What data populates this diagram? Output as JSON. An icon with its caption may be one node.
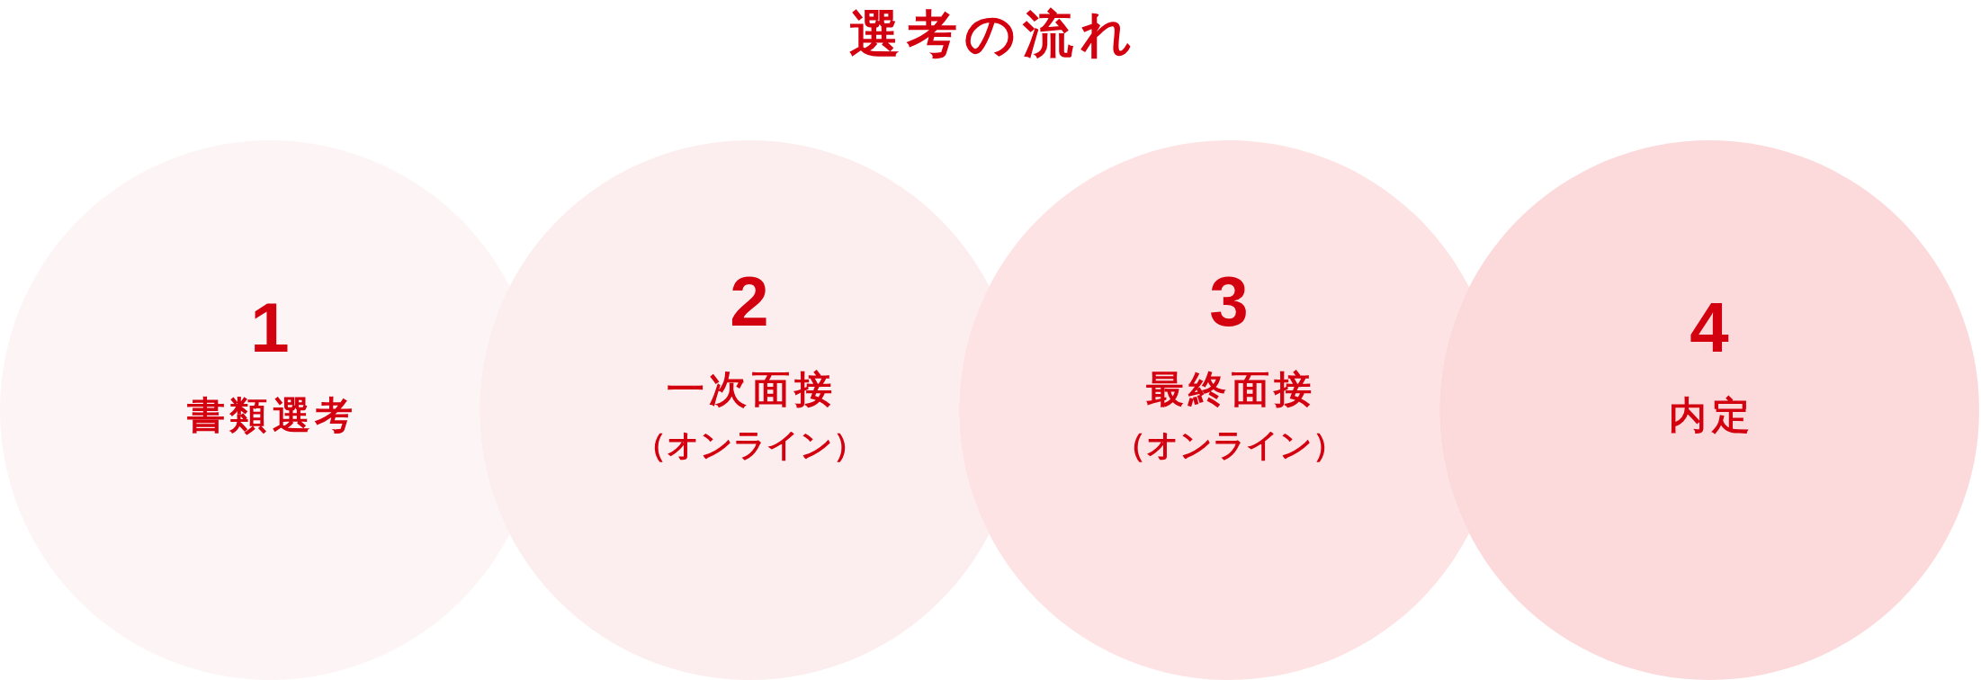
{
  "diagram": {
    "title": "選考の流れ",
    "nodes": [
      {
        "text": [
          "1",
          "書類選考"
        ]
      },
      {
        "text": [
          "2",
          "一次面接",
          "（オンライン）"
        ]
      },
      {
        "text": [
          "3",
          "最終面接",
          "（オンライン）"
        ]
      },
      {
        "text": [
          "4",
          "内定"
        ]
      }
    ]
  }
}
